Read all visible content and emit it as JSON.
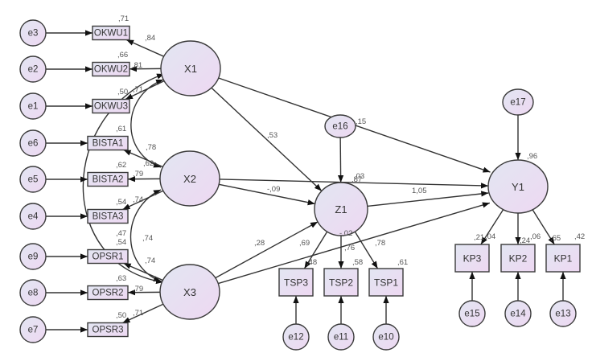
{
  "diagram": {
    "type": "structural-equation-model",
    "colors": {
      "fill_start": "#e2e6f2",
      "fill_end": "#eed8f2",
      "stroke": "#3a3a3a",
      "label": "#555555"
    },
    "latent": [
      {
        "id": "X1",
        "label": "X1"
      },
      {
        "id": "X2",
        "label": "X2"
      },
      {
        "id": "X3",
        "label": "X3"
      },
      {
        "id": "Z1",
        "label": "Z1"
      },
      {
        "id": "Y1",
        "label": "Y1"
      }
    ],
    "observed": [
      {
        "id": "OKWU1",
        "label": "OKWU1",
        "r2": ",71"
      },
      {
        "id": "OKWU2",
        "label": "OKWU2",
        "r2": ",66"
      },
      {
        "id": "OKWU3",
        "label": "OKWU3",
        "r2": ",50"
      },
      {
        "id": "BISTA1",
        "label": "BISTA1",
        "r2": ",61"
      },
      {
        "id": "BISTA2",
        "label": "BISTA2",
        "r2": ",62"
      },
      {
        "id": "BISTA3",
        "label": "BISTA3",
        "r2": ",54"
      },
      {
        "id": "OPSR1",
        "label": "OPSR1",
        "r2": ",54"
      },
      {
        "id": "OPSR2",
        "label": "OPSR2",
        "r2": ",63"
      },
      {
        "id": "OPSR3",
        "label": "OPSR3",
        "r2": ",50"
      },
      {
        "id": "TSP3",
        "label": "TSP3",
        "r2": ",48"
      },
      {
        "id": "TSP2",
        "label": "TSP2",
        "r2": ",58"
      },
      {
        "id": "TSP1",
        "label": "TSP1",
        "r2": ",61"
      },
      {
        "id": "KP3",
        "label": "KP3",
        "r2": ",04"
      },
      {
        "id": "KP2",
        "label": "KP2",
        "r2": ",06"
      },
      {
        "id": "KP1",
        "label": "KP1",
        "r2": ",42"
      }
    ],
    "errors": [
      {
        "id": "e3",
        "label": "e3",
        "target": "OKWU1"
      },
      {
        "id": "e2",
        "label": "e2",
        "target": "OKWU2"
      },
      {
        "id": "e1",
        "label": "e1",
        "target": "OKWU3"
      },
      {
        "id": "e6",
        "label": "e6",
        "target": "BISTA1"
      },
      {
        "id": "e5",
        "label": "e5",
        "target": "BISTA2"
      },
      {
        "id": "e4",
        "label": "e4",
        "target": "BISTA3"
      },
      {
        "id": "e9",
        "label": "e9",
        "target": "OPSR1"
      },
      {
        "id": "e8",
        "label": "e8",
        "target": "OPSR2"
      },
      {
        "id": "e7",
        "label": "e7",
        "target": "OPSR3"
      },
      {
        "id": "e12",
        "label": "e12",
        "target": "TSP3"
      },
      {
        "id": "e11",
        "label": "e11",
        "target": "TSP2"
      },
      {
        "id": "e10",
        "label": "e10",
        "target": "TSP1"
      },
      {
        "id": "e15",
        "label": "e15",
        "target": "KP3"
      },
      {
        "id": "e14",
        "label": "e14",
        "target": "KP2"
      },
      {
        "id": "e13",
        "label": "e13",
        "target": "KP1"
      },
      {
        "id": "e16",
        "label": "e16",
        "target": "Z1"
      },
      {
        "id": "e17",
        "label": "e17",
        "target": "Y1"
      }
    ],
    "loadings": [
      {
        "from": "X1",
        "to": "OKWU1",
        "value": ",84"
      },
      {
        "from": "X1",
        "to": "OKWU2",
        "value": ",81"
      },
      {
        "from": "X1",
        "to": "OKWU3",
        "value": ",71"
      },
      {
        "from": "X2",
        "to": "BISTA1",
        "value": ",78"
      },
      {
        "from": "X2",
        "to": "BISTA2",
        "value": ",79"
      },
      {
        "from": "X2",
        "to": "BISTA3",
        "value": ",74"
      },
      {
        "from": "X3",
        "to": "OPSR1",
        "value": ",74"
      },
      {
        "from": "X3",
        "to": "OPSR2",
        "value": ",79"
      },
      {
        "from": "X3",
        "to": "OPSR3",
        "value": ",71"
      },
      {
        "from": "Z1",
        "to": "TSP3",
        "value": ",69"
      },
      {
        "from": "Z1",
        "to": "TSP2",
        "value": ",76"
      },
      {
        "from": "Z1",
        "to": "TSP1",
        "value": ",78"
      },
      {
        "from": "Y1",
        "to": "KP3",
        "value": ",21"
      },
      {
        "from": "Y1",
        "to": "KP2",
        "value": ",24"
      },
      {
        "from": "Y1",
        "to": "KP1",
        "value": ",65"
      }
    ],
    "paths": [
      {
        "from": "X1",
        "to": "Z1",
        "value": ",53"
      },
      {
        "from": "X2",
        "to": "Z1",
        "value": "-,09"
      },
      {
        "from": "X3",
        "to": "Z1",
        "value": ",28"
      },
      {
        "from": "X1",
        "to": "Y1",
        "value": ",15"
      },
      {
        "from": "X2",
        "to": "Y1",
        "value": ",03"
      },
      {
        "from": "X3",
        "to": "Y1",
        "value": "-,02"
      },
      {
        "from": "Z1",
        "to": "Y1",
        "value": "1,05"
      }
    ],
    "correlations": [
      {
        "a": "X1",
        "b": "X2",
        "value": ",62"
      },
      {
        "a": "X2",
        "b": "X3",
        "value": ",74"
      },
      {
        "a": "X1",
        "b": "X3",
        "value": ",47"
      }
    ],
    "r2_latent": [
      {
        "node": "Z1",
        "value": ",87"
      },
      {
        "node": "Y1",
        "value": ",96"
      }
    ]
  }
}
